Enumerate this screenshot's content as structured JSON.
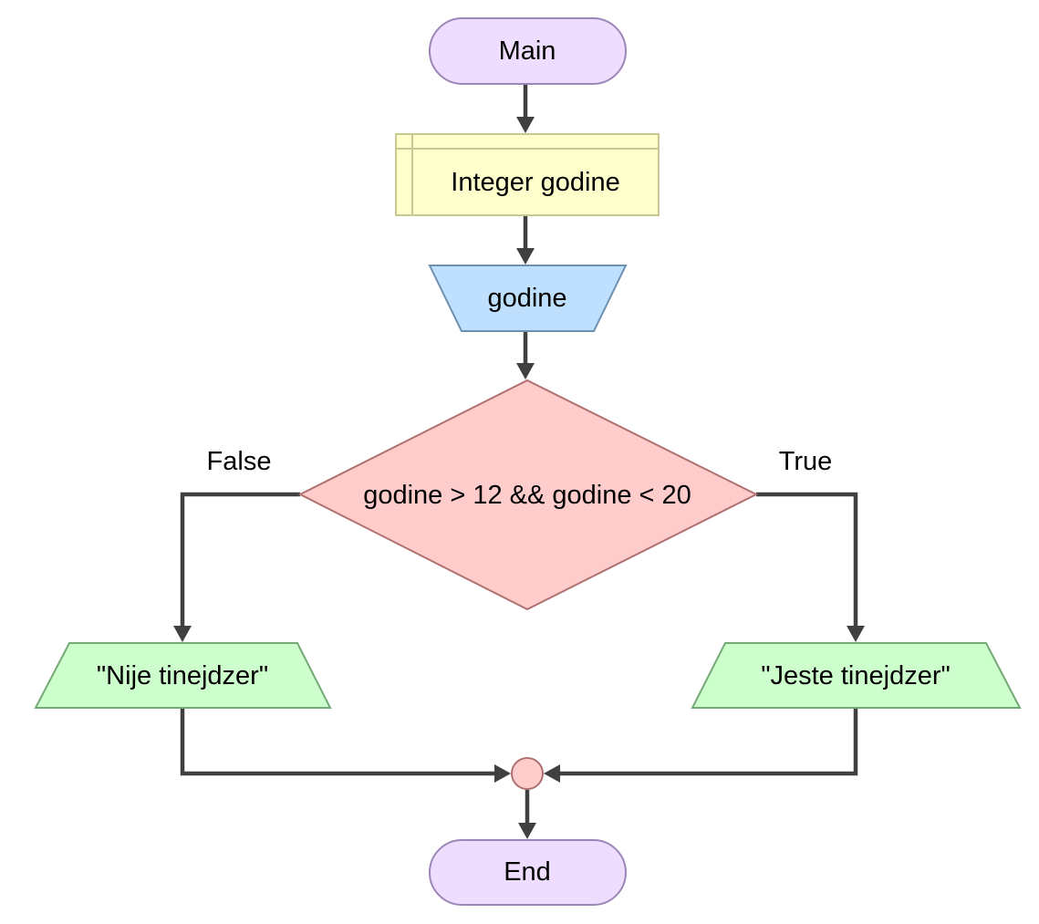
{
  "nodes": {
    "start": {
      "label": "Main",
      "kind": "terminal"
    },
    "declare": {
      "label": "Integer godine",
      "kind": "declare"
    },
    "input": {
      "label": "godine",
      "kind": "input"
    },
    "condition": {
      "label": "godine > 12 && godine < 20",
      "kind": "decision"
    },
    "output_false": {
      "label": "\"Nije tinejdzer\"",
      "kind": "output"
    },
    "output_true": {
      "label": "\"Jeste tinejdzer\"",
      "kind": "output"
    },
    "merge": {
      "label": "",
      "kind": "junction"
    },
    "end": {
      "label": "End",
      "kind": "terminal"
    }
  },
  "edges": {
    "false_label": "False",
    "true_label": "True"
  },
  "colors": {
    "terminal_fill": "#EEDDFF",
    "terminal_stroke": "#9C86B8",
    "declare_fill": "#FFFFCC",
    "declare_stroke": "#C8C890",
    "input_fill": "#BFDFFF",
    "input_stroke": "#6E90B0",
    "decision_fill": "#FFCCCC",
    "decision_stroke": "#B07070",
    "output_fill": "#CCFFCC",
    "output_stroke": "#74A874",
    "junction_fill": "#FFCCCC",
    "junction_stroke": "#B07070",
    "connector": "#404040"
  }
}
